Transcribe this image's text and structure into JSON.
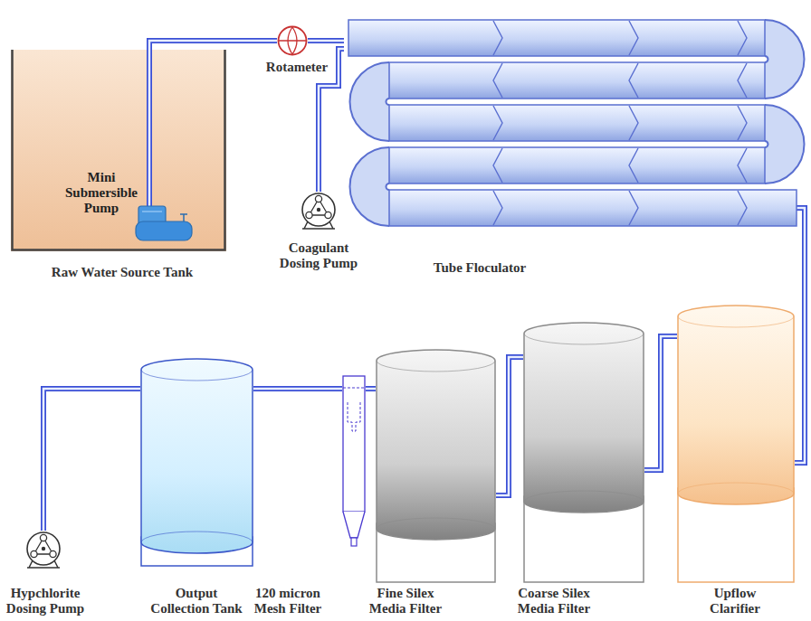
{
  "diagram": {
    "nodes": [
      {
        "text": [
          "Raw Water Source Tank"
        ]
      },
      {
        "text": [
          "Mini Submersible Pump"
        ],
        "in": 0
      },
      {
        "text": [
          "Rotameter"
        ]
      },
      {
        "text": [
          "Coagulant Dosing Pump"
        ]
      },
      {
        "text": [
          "Tube Floculator"
        ]
      },
      {
        "text": [
          "Upflow Clarifier"
        ]
      },
      {
        "text": [
          "Coarse Silex Media Filter"
        ]
      },
      {
        "text": [
          "Fine Silex Media Filter"
        ]
      },
      {
        "text": [
          "120 micron Mesh Filter"
        ]
      },
      {
        "text": [
          "Output Collection Tank"
        ]
      },
      {
        "text": [
          "Hypchlorite Dosing Pump"
        ]
      }
    ],
    "edges": [
      {
        "from": 1,
        "to": 2,
        "arrow": "none"
      },
      {
        "from": 2,
        "to": 4,
        "arrow": "none"
      },
      {
        "from": 3,
        "to": 4,
        "arrow": "none"
      },
      {
        "from": 4,
        "to": 5,
        "arrow": "none"
      },
      {
        "from": 5,
        "to": 6,
        "arrow": "none"
      },
      {
        "from": 6,
        "to": 7,
        "arrow": "none"
      },
      {
        "from": 7,
        "to": 8,
        "arrow": "none"
      },
      {
        "from": 8,
        "to": 9,
        "arrow": "none"
      },
      {
        "from": 10,
        "to": 9,
        "arrow": "none"
      }
    ]
  }
}
